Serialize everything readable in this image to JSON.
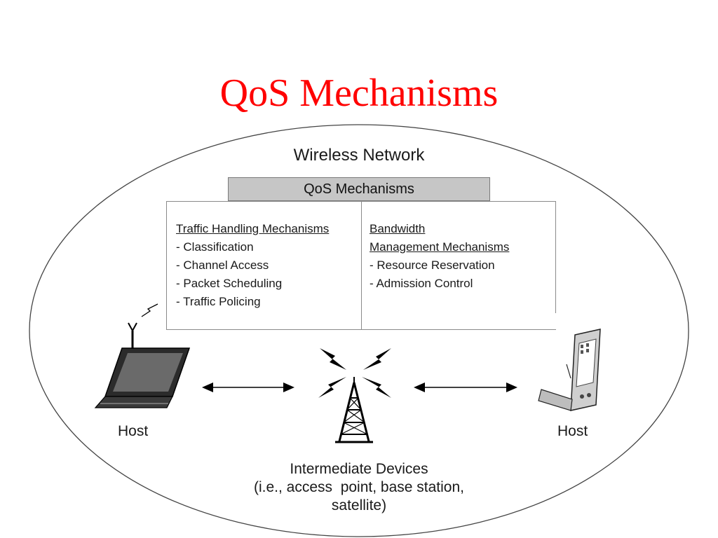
{
  "slide": {
    "title": "QoS Mechanisms"
  },
  "diagram": {
    "network_label": "Wireless Network",
    "qos_bar_label": "QoS Mechanisms",
    "traffic": {
      "header": "Traffic Handling Mechanisms",
      "items": [
        "- Classification",
        "- Channel Access",
        "- Packet Scheduling",
        "- Traffic Policing"
      ]
    },
    "bandwidth": {
      "header_line1": "Bandwidth",
      "header_line2": "Management Mechanisms",
      "items": [
        "- Resource Reservation",
        "- Admission Control"
      ]
    },
    "host_left": "Host",
    "host_right": "Host",
    "intermediate": {
      "line1": "Intermediate Devices",
      "line2": "(i.e., access  point, base station,",
      "line3": "satellite)"
    }
  },
  "colors": {
    "title": "#ff0000",
    "qos_bar_fill": "#c6c6c6",
    "line": "#1a1a1a"
  },
  "icons": [
    "laptop-icon",
    "antenna-icon",
    "radio-tower-icon",
    "pda-icon",
    "signal-bolt-icon",
    "double-arrow-icon"
  ]
}
